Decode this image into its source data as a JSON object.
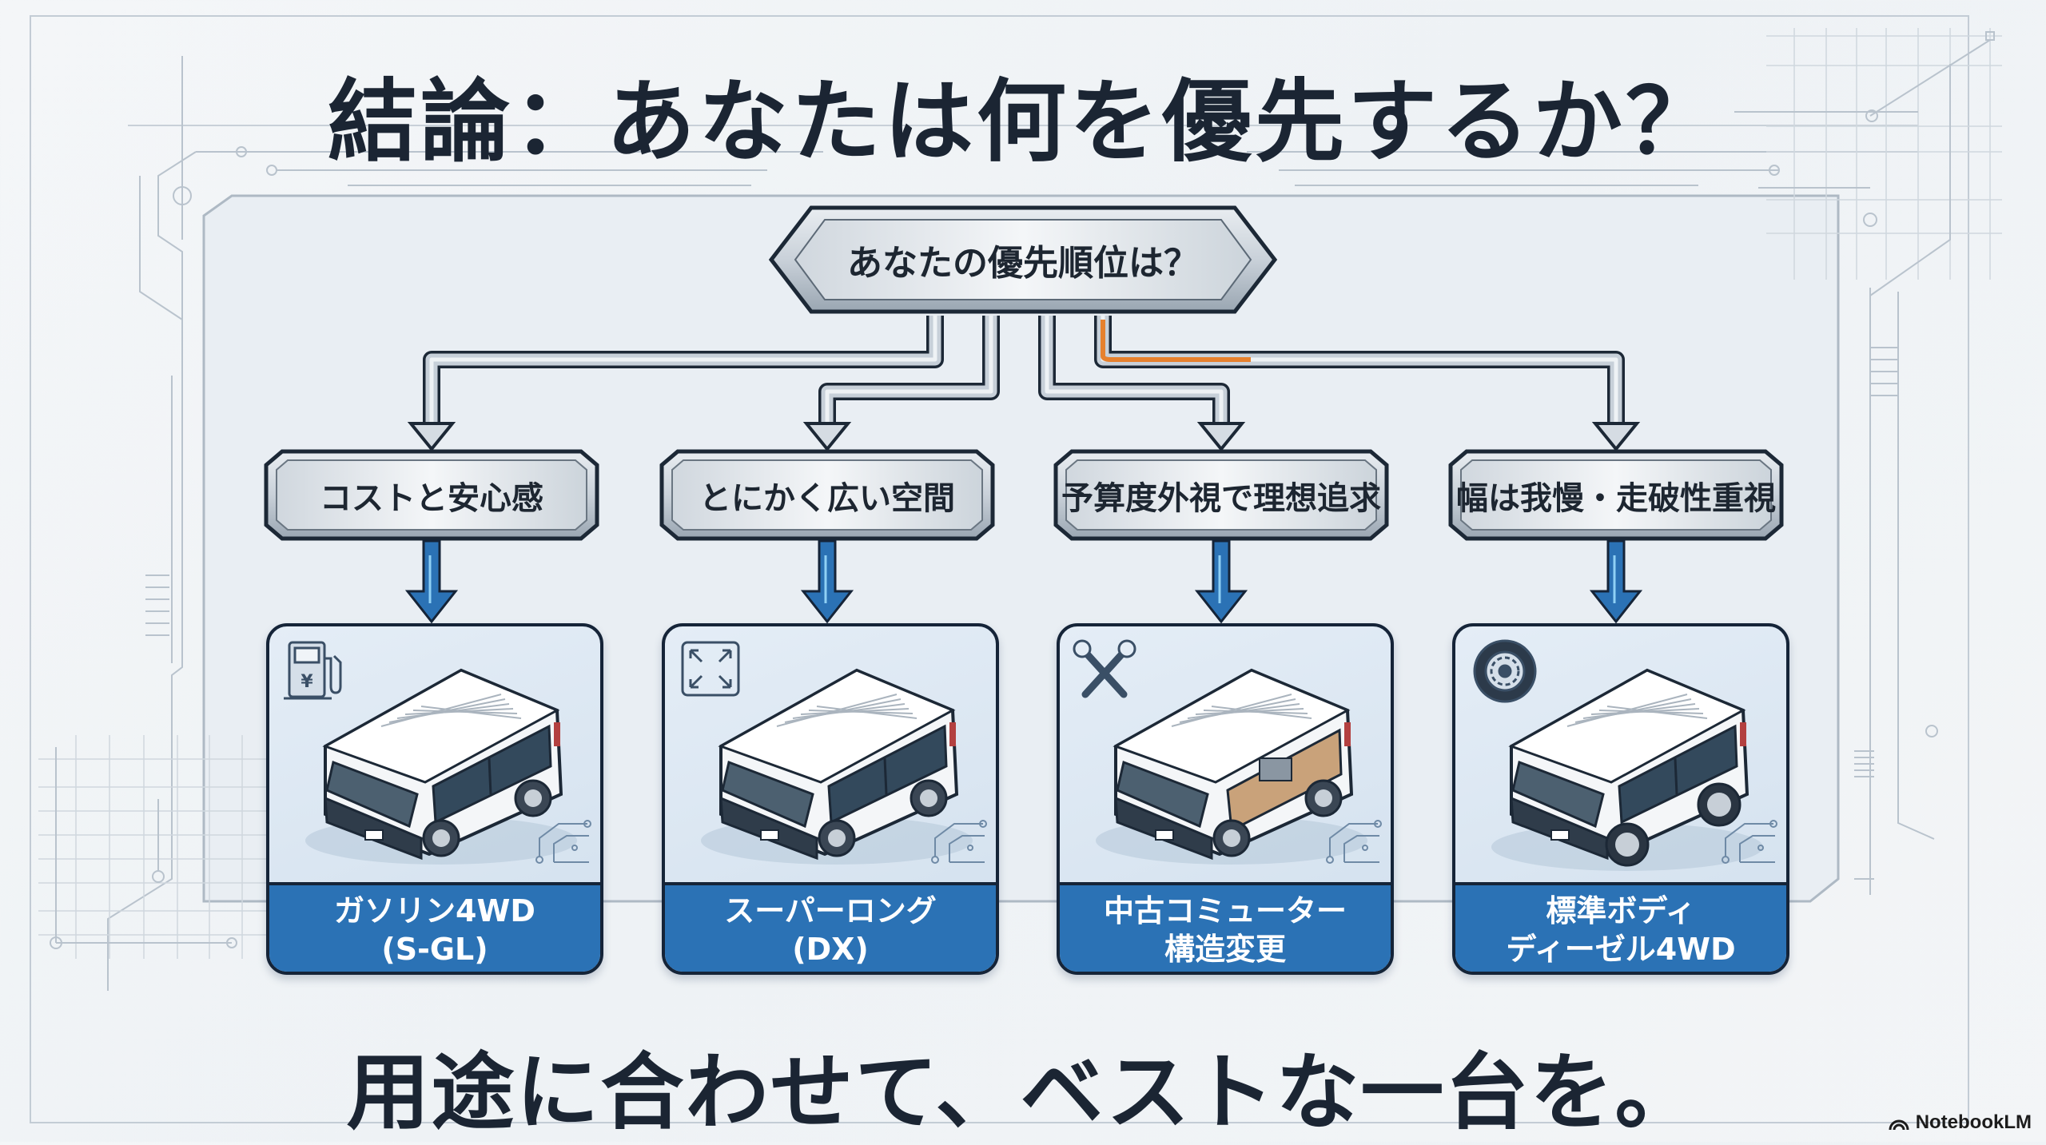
{
  "title": "結論：あなたは何を優先するか？",
  "root": {
    "label": "あなたの優先順位は？"
  },
  "branches": [
    {
      "priority": "コストと安心感",
      "icon": "fuel-pump-yen-icon",
      "van": "standard-van",
      "result_line1": "ガソリン4WD",
      "result_line2": "(S-GL)"
    },
    {
      "priority": "とにかく広い空間",
      "icon": "expand-arrows-icon",
      "van": "super-long-van",
      "result_line1": "スーパーロング",
      "result_line2": "(DX)"
    },
    {
      "priority": "予算度外視で理想追求",
      "icon": "crossed-wrenches-icon",
      "van": "converted-commuter-van",
      "result_line1": "中古コミューター",
      "result_line2": "構造変更"
    },
    {
      "priority": "幅は我慢・走破性重視",
      "icon": "offroad-tire-icon",
      "van": "lifted-4wd-van",
      "result_line1": "標準ボディ",
      "result_line2": "ディーゼル4WD"
    }
  ],
  "slogan": "用途に合わせて、ベストな一台を。",
  "brand": {
    "name": "NotebookLM"
  },
  "colors": {
    "accent_blue": "#2b72b5",
    "highlight_orange": "#e6812e",
    "text_dark": "#1b2533",
    "outline": "#152438"
  }
}
